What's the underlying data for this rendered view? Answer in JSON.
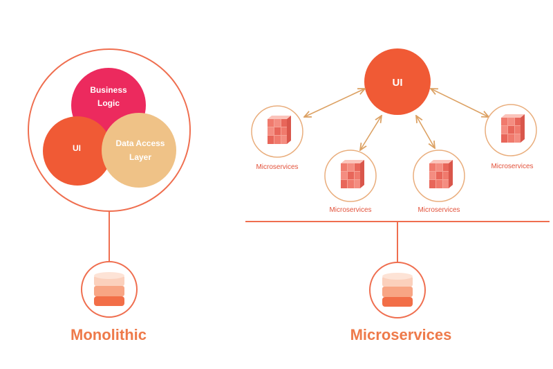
{
  "colors": {
    "accent": "#f05a35",
    "line": "#ef6e4f",
    "arrow": "#dca163",
    "business": "#ec2a5e",
    "ui": "#f05a35",
    "dal": "#efc287",
    "title": "#ee7a4a",
    "db_light": "#fbd0bc",
    "db_mid": "#f8a584",
    "db_dark": "#f26e47"
  },
  "monolithic": {
    "title": "Monolithic",
    "venn": {
      "business_line1": "Business",
      "business_line2": "Logic",
      "ui": "UI",
      "dal_line1": "Data Access",
      "dal_line2": "Layer"
    },
    "database_icon": "database-icon"
  },
  "microservices": {
    "title": "Microservices",
    "ui": "UI",
    "services": [
      {
        "label": "Microservices",
        "icon": "cube-stack-icon"
      },
      {
        "label": "Microservices",
        "icon": "cube-stack-icon"
      },
      {
        "label": "Microservices",
        "icon": "cube-stack-icon"
      },
      {
        "label": "Microservices",
        "icon": "cube-stack-icon"
      }
    ],
    "database_icon": "database-icon"
  }
}
